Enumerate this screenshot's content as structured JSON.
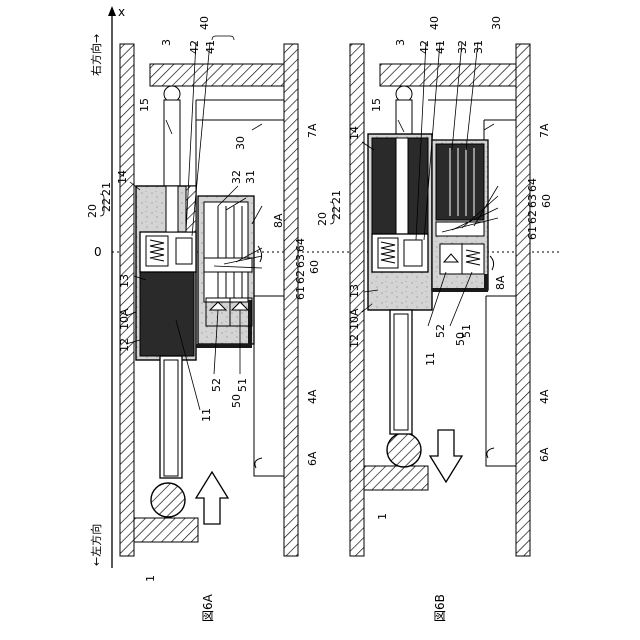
{
  "axis": {
    "direction_right": "右方向→",
    "x_label": "x",
    "direction_left": "←左方向",
    "zero": "0"
  },
  "figures": {
    "a": "図6A",
    "b": "図6B"
  },
  "arrows": {
    "a": "up",
    "b": "down"
  },
  "labels": {
    "n1": "1",
    "n3": "3",
    "n15": "15",
    "n7a": "7A",
    "n14": "14",
    "n8a": "8A",
    "n13": "13",
    "n10a": "10A",
    "n12": "12",
    "n11": "11",
    "n4a": "4A",
    "n6a": "6A",
    "n20": "20",
    "n22": "22",
    "n21": "21",
    "n40": "40",
    "n42": "42",
    "n41": "41",
    "n30": "30",
    "n32": "32",
    "n31": "31",
    "n60": "60",
    "n61": "61",
    "n62": "62",
    "n63": "63",
    "n64": "64",
    "n50": "50",
    "n52": "52",
    "n51": "51"
  },
  "colors": {
    "line": "#000000",
    "fill_dark": "#2a2a2a",
    "fill_gray": "#d4d4d4",
    "background": "#ffffff"
  }
}
